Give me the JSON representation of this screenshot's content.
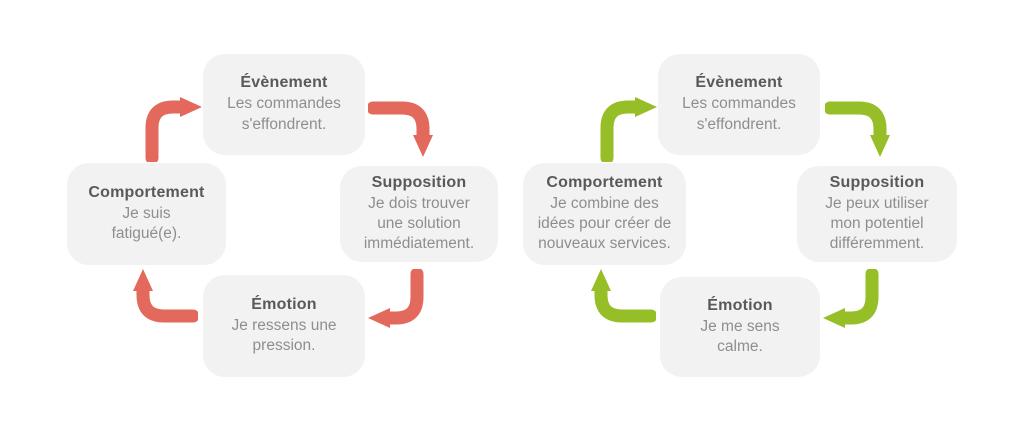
{
  "colors": {
    "negative_arrow": "#e2695c",
    "positive_arrow": "#96be26",
    "box_bg": "#f2f2f2",
    "title_text": "#595959",
    "body_text": "#8e8e8e"
  },
  "cycles": [
    {
      "name": "negative-cycle",
      "event": {
        "title": "Évènement",
        "text": "Les commandes\ns'effondrent."
      },
      "supposition": {
        "title": "Supposition",
        "text": "Je dois trouver\nune solution\nimmédiatement."
      },
      "emotion": {
        "title": "Émotion",
        "text": "Je ressens une\npression."
      },
      "comportement": {
        "title": "Comportement",
        "text": "Je suis\nfatigué(e)."
      }
    },
    {
      "name": "positive-cycle",
      "event": {
        "title": "Évènement",
        "text": "Les commandes\ns'effondrent."
      },
      "supposition": {
        "title": "Supposition",
        "text": "Je peux utiliser\nmon potentiel\ndifféremment."
      },
      "emotion": {
        "title": "Émotion",
        "text": "Je me sens\ncalme."
      },
      "comportement": {
        "title": "Comportement",
        "text": "Je combine des\nidées pour créer de\nnouveaux services."
      }
    }
  ]
}
